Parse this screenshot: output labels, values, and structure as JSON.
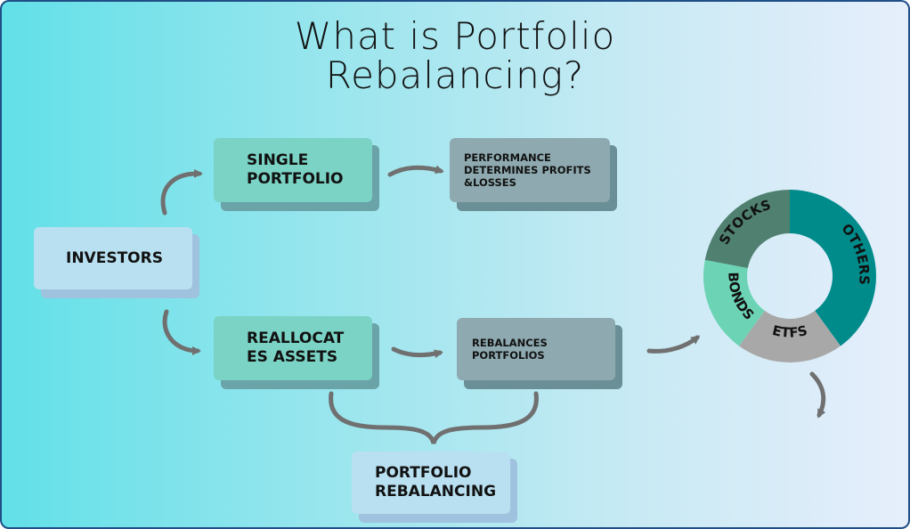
{
  "title": {
    "line1": "What is Portfolio",
    "line2": "Rebalancing?"
  },
  "nodes": {
    "investors": "INVESTORS",
    "single_line1": "SINGLE",
    "single_line2": "PORTFOLIO",
    "realloc_line1": "REALLOCAT",
    "realloc_line2": "ES ASSETS",
    "perf_line1": "PERFORMANCE",
    "perf_line2": "DETERMINES PROFITS",
    "perf_line3": "&LOSSES",
    "rebal_line1": "REBALANCES",
    "rebal_line2": "PORTFOLIOS",
    "pr_line1": "PORTFOLIO",
    "pr_line2": "REBALANCING"
  },
  "donut": {
    "segments": [
      {
        "label": "OTHERS",
        "color": "#008b8b",
        "share": 0.4
      },
      {
        "label": "ETFS",
        "color": "#a8a8a8",
        "share": 0.2
      },
      {
        "label": "BONDS",
        "color": "#6cd4b4",
        "share": 0.18
      },
      {
        "label": "STOCKS",
        "color": "#4f8070",
        "share": 0.22
      }
    ]
  },
  "colors": {
    "green_box": "#7ad3c4",
    "green_back": "#6aa3a8",
    "gray_box": "#8eaab0",
    "gray_back": "#6b8f96",
    "blue_box": "#b9e0f0",
    "blue_back": "#9fc3de",
    "arrow": "#707070"
  }
}
